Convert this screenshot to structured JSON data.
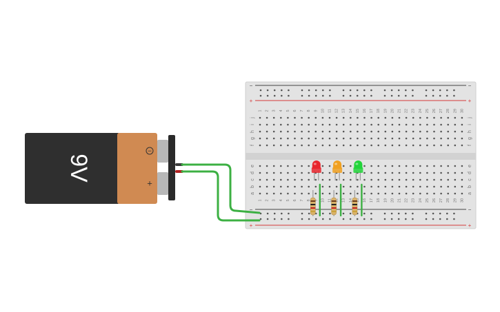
{
  "battery": {
    "label": "9V",
    "minus_symbol": "−",
    "plus_symbol": "+",
    "body_color": "#2f2f2f",
    "cap_color": "#d08a52"
  },
  "breadboard": {
    "columns": 30,
    "top_row_letters": [
      "j",
      "i",
      "h",
      "g",
      "f"
    ],
    "bottom_row_letters": [
      "e",
      "d",
      "c",
      "b",
      "a"
    ],
    "rail_minus": "−",
    "rail_plus": "+",
    "board_color": "#e3e3e3",
    "rail_red": "#d43a3a",
    "rail_dark": "#444444"
  },
  "wire_color": "#3cb043",
  "leds": [
    {
      "name": "red",
      "color": "#e8262d"
    },
    {
      "name": "orange",
      "color": "#f0a020"
    },
    {
      "name": "green",
      "color": "#22d43a"
    }
  ]
}
